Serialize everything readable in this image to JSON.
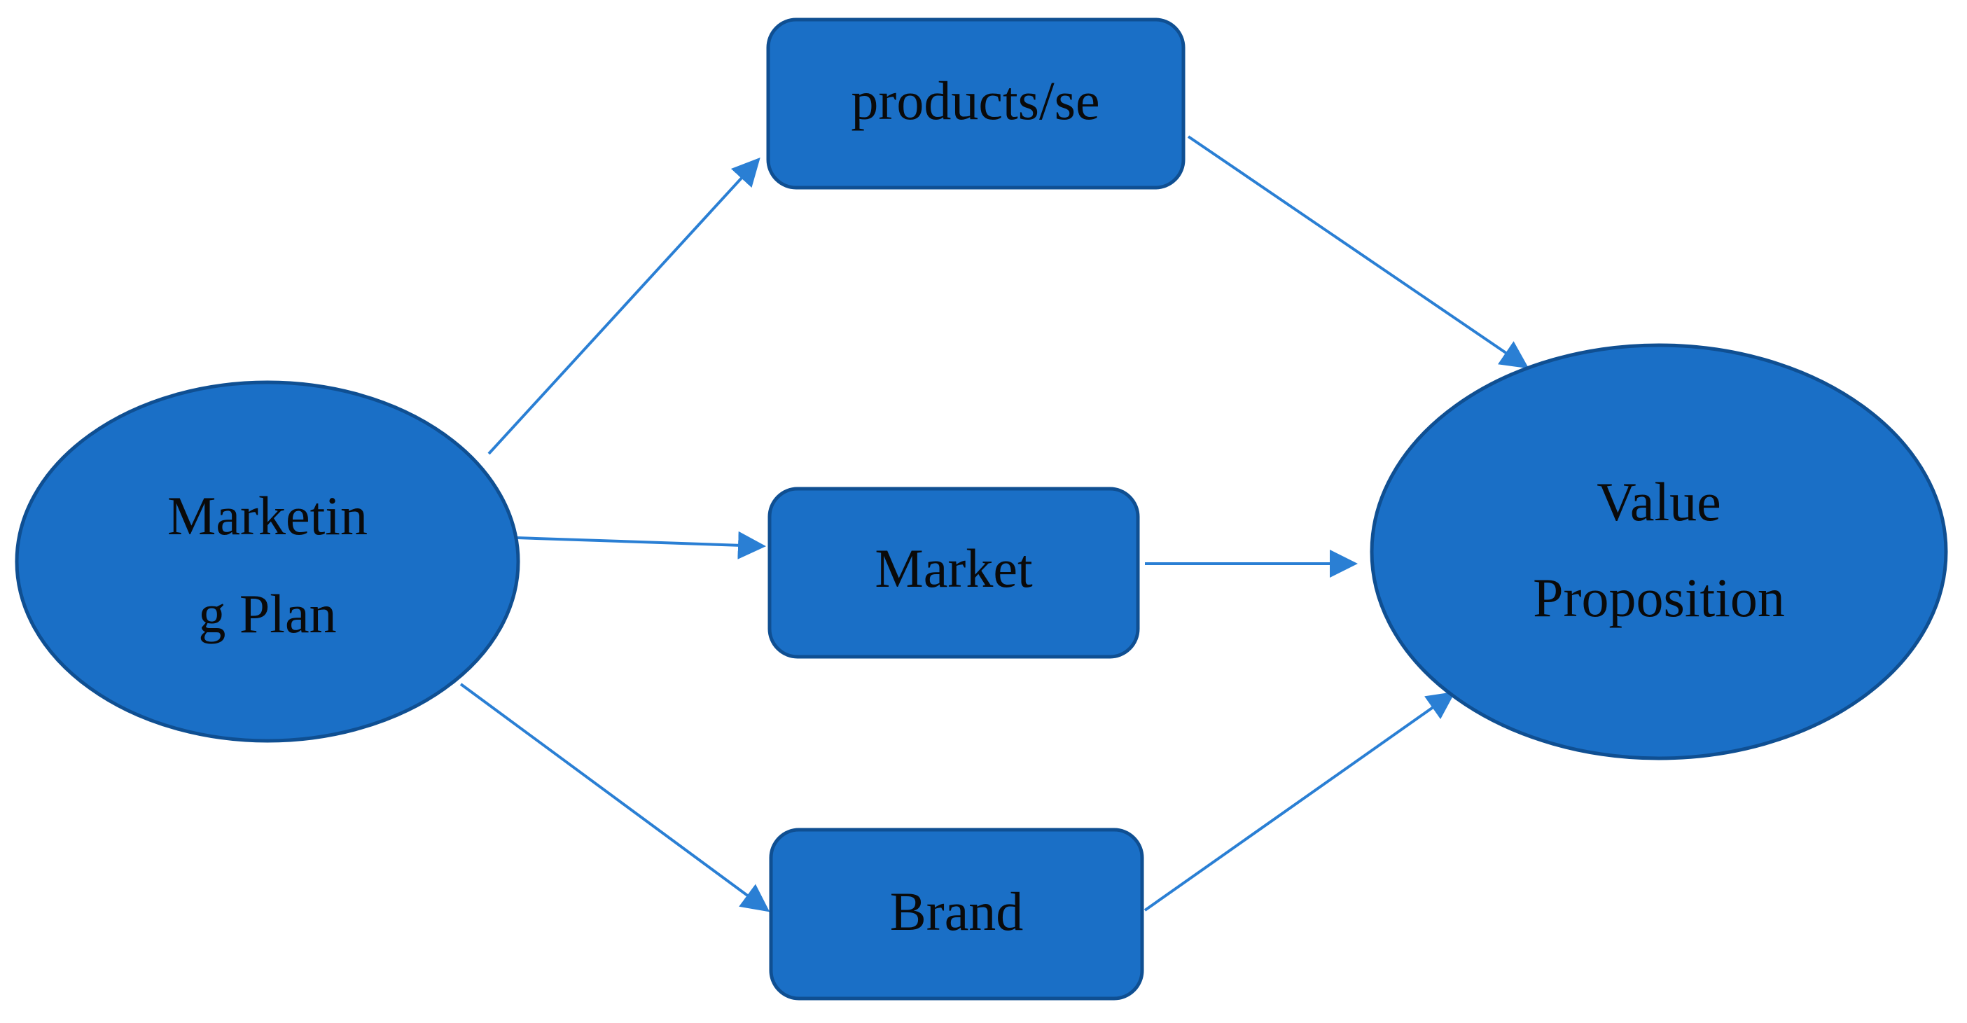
{
  "diagram": {
    "nodes": {
      "marketing_plan": {
        "label_line1": "Marketin",
        "label_line2": "g Plan"
      },
      "products": {
        "label": "products/se"
      },
      "market": {
        "label": "Market"
      },
      "brand": {
        "label": "Brand"
      },
      "value_proposition": {
        "label_line1": "Value",
        "label_line2": "Proposition"
      }
    },
    "edges": [
      {
        "from": "marketing_plan",
        "to": "products"
      },
      {
        "from": "marketing_plan",
        "to": "market"
      },
      {
        "from": "marketing_plan",
        "to": "brand"
      },
      {
        "from": "products",
        "to": "value_proposition"
      },
      {
        "from": "market",
        "to": "value_proposition"
      },
      {
        "from": "brand",
        "to": "value_proposition"
      }
    ],
    "colors": {
      "node_fill": "#1a6fc6",
      "node_border": "#0f4f92",
      "edge": "#2a7fd4",
      "text": "#0a0a0a"
    }
  }
}
